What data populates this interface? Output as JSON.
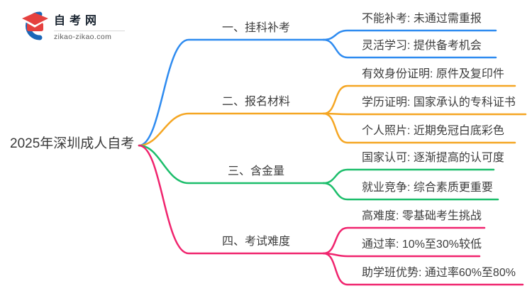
{
  "logo": {
    "title": "自考网",
    "domain": "zikao-zikao.com",
    "icon": "graduation-cap-icon",
    "cap_color": "#e5413f",
    "swoosh_color": "#1a67b8"
  },
  "mindmap": {
    "root": "2025年深圳成人自考",
    "text_color": "#3d3d3d",
    "branches": [
      {
        "label": "一、挂科补考",
        "color": "#2e8bf0",
        "children": [
          "不能补考: 未通过需重报",
          "灵活学习: 提供备考机会"
        ]
      },
      {
        "label": "二、报名材料",
        "color": "#f5a623",
        "children": [
          "有效身份证明: 原件及复印件",
          "学历证明: 国家承认的专科证书",
          "个人照片: 近期免冠白底彩色"
        ]
      },
      {
        "label": "三、含金量",
        "color": "#1cbe6b",
        "children": [
          "国家认可: 逐渐提高的认可度",
          "就业竞争: 综合素质更重要"
        ]
      },
      {
        "label": "四、考试难度",
        "color": "#f0246e",
        "children": [
          "高难度: 零基础考生挑战",
          "通过率: 10%至30%较低",
          "助学班优势: 通过率60%至80%"
        ]
      }
    ]
  }
}
